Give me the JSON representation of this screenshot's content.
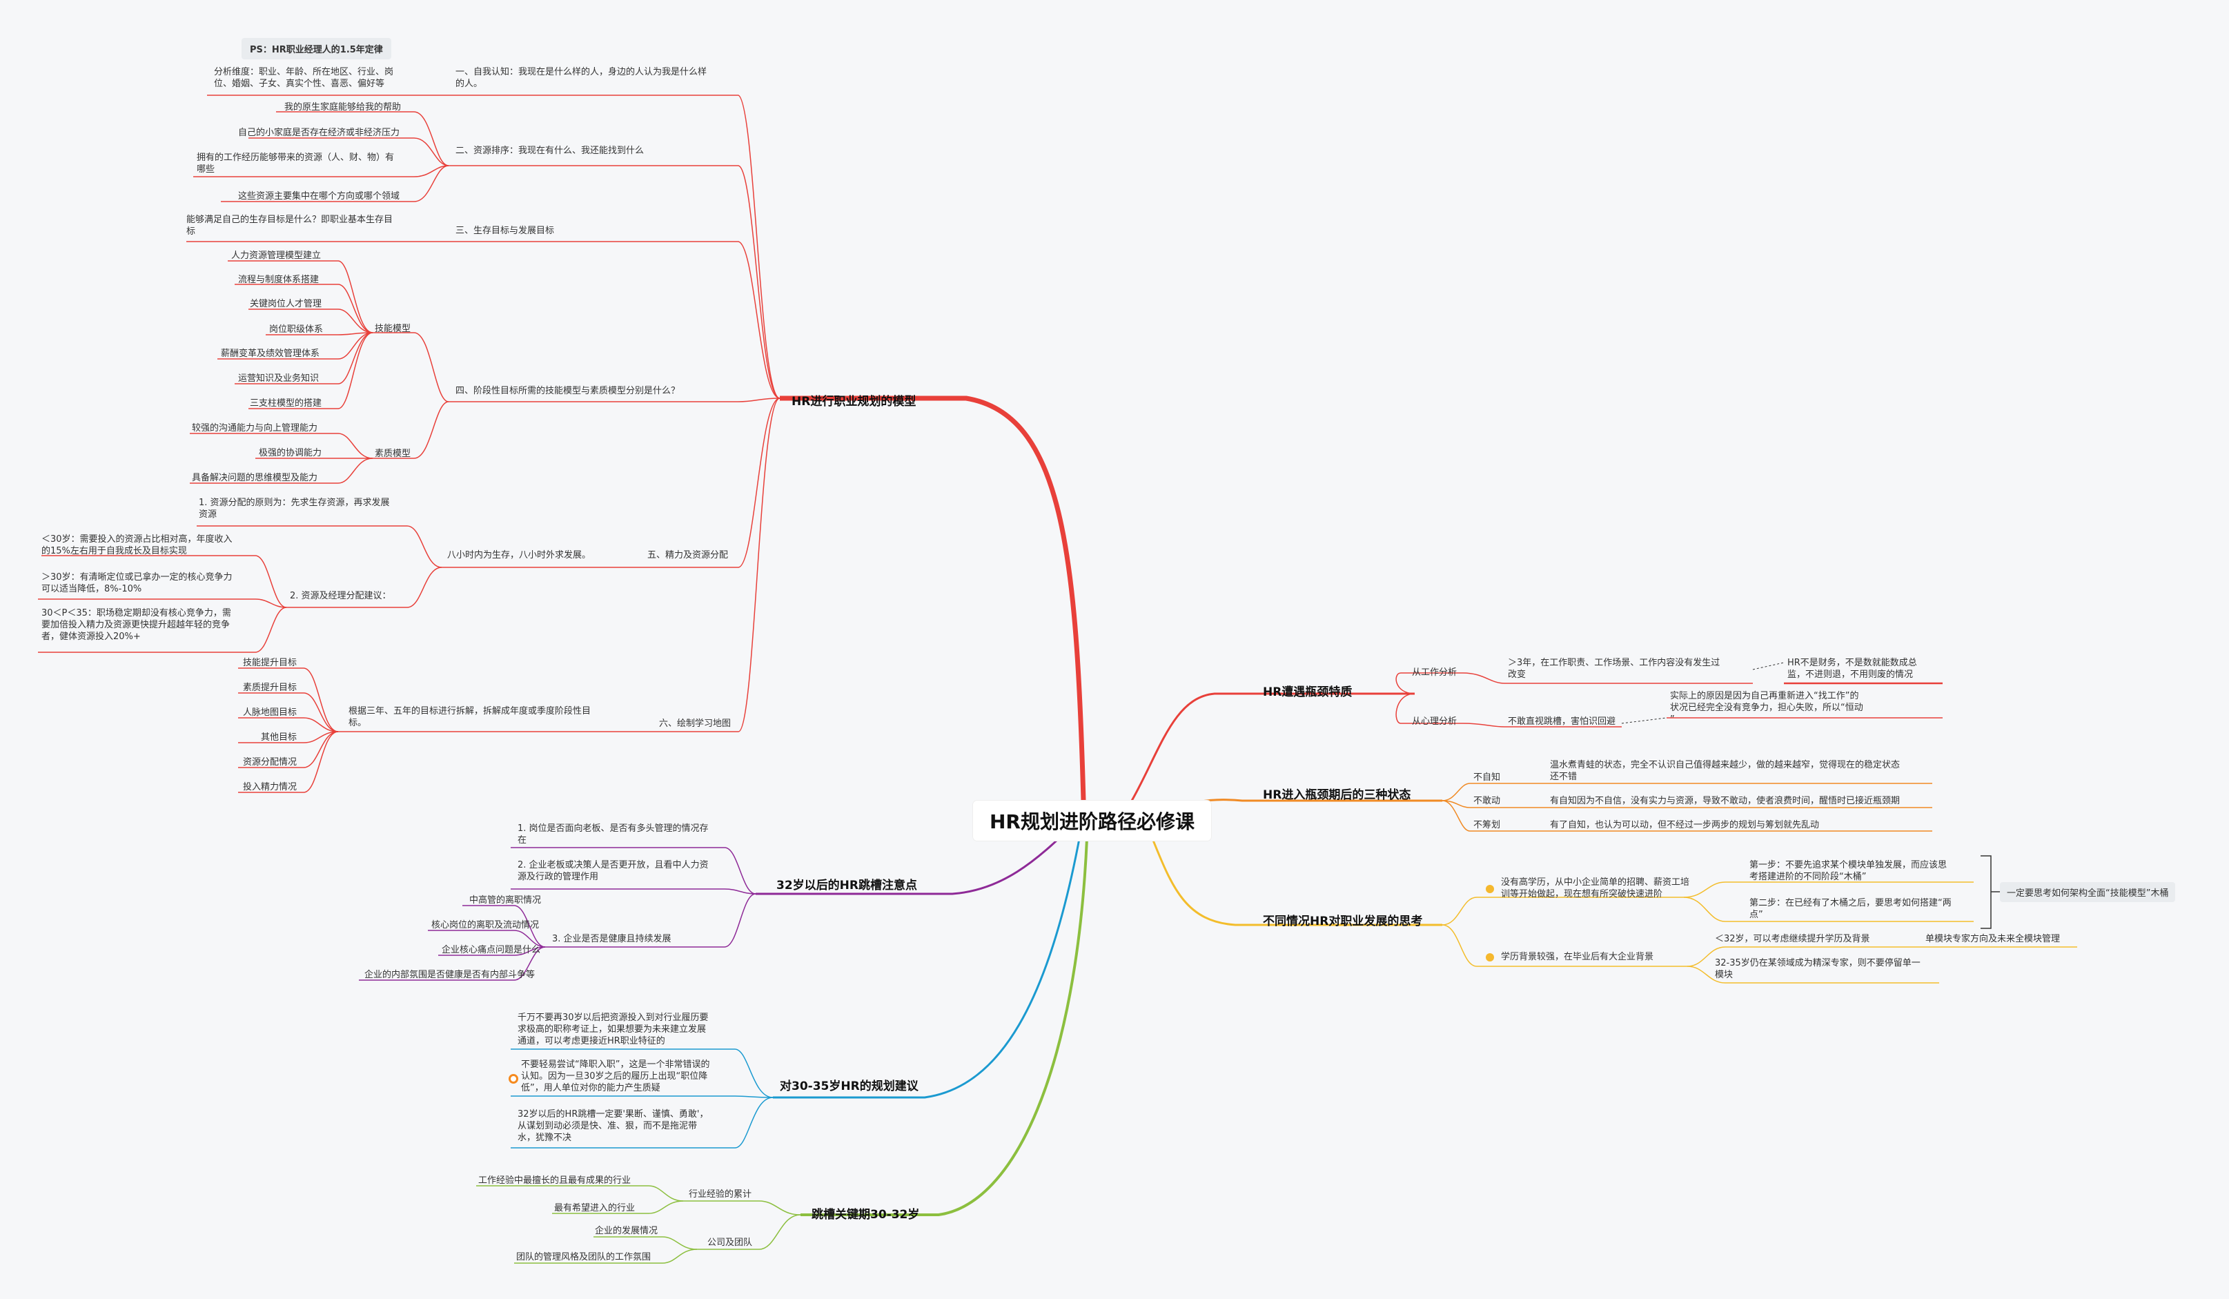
{
  "title": "HR规划进阶路径必修课",
  "ps": "PS：HR职业经理人的1.5年定律",
  "branches": {
    "b1": {
      "label": "HR进行职业规划的模型",
      "s1": "一、自我认知：我现在是什么样的人，身边的人认为我是什么样\n的人。",
      "s1_detail": "分析维度：职业、年龄、所在地区、行业、岗\n位、婚姻、子女、真实个性、喜恶、偏好等",
      "s2": "二、资源排序：我现在有什么、我还能找到什么",
      "s2_items": [
        "我的原生家庭能够给我的帮助",
        "自己的小家庭是否存在经济或非经济压力",
        "拥有的工作经历能够带来的资源（人、财、物）有\n哪些",
        "这些资源主要集中在哪个方向或哪个领域"
      ],
      "s3": "三、生存目标与发展目标",
      "s3_detail": "能够满足自己的生存目标是什么？即职业基本生存目\n标",
      "s4": "四、阶段性目标所需的技能模型与素质模型分别是什么？",
      "s4_skill": "技能模型",
      "s4_skill_items": [
        "人力资源管理模型建立",
        "流程与制度体系搭建",
        "关键岗位人才管理",
        "岗位职级体系",
        "薪酬变革及绩效管理体系",
        "运营知识及业务知识",
        "三支柱模型的搭建"
      ],
      "s4_quality": "素质模型",
      "s4_quality_items": [
        "较强的沟通能力与向上管理能力",
        "极强的协调能力",
        "具备解决问题的思维模型及能力"
      ],
      "s5": "五、精力及资源分配",
      "s5_mid": "八小时内为生存，八小时外求发展。",
      "s5_a": "1. 资源分配的原则为：先求生存资源，再求发展\n资源",
      "s5_b": "2. 资源及经理分配建议：",
      "s5_b_items": [
        "＜30岁：需要投入的资源占比相对高，年度收入\n的15%左右用于自我成长及目标实现",
        "＞30岁：有清晰定位或已拿办一定的核心竞争力\n可以适当降低，8%-10%",
        "30＜P＜35：职场稳定期却没有核心竞争力，需\n要加倍投入精力及资源更快提升超越年轻的竞争\n者，健体资源投入20%+"
      ],
      "s6": "六、绘制学习地图",
      "s6_mid": "根据三年、五年的目标进行拆解，拆解成年度或季度阶段性目\n标。",
      "s6_items": [
        "技能提升目标",
        "素质提升目标",
        "人脉地图目标",
        "其他目标",
        "资源分配情况",
        "投入精力情况"
      ]
    },
    "b2": {
      "label": "32岁以后的HR跳槽注意点",
      "items": [
        "1. 岗位是否面向老板、是否有多头管理的情况存\n在",
        "2. 企业老板或决策人是否更开放，且看中人力资\n源及行政的管理作用",
        "3. 企业是否是健康且持续发展"
      ],
      "sub": [
        "中高管的离职情况",
        "核心岗位的离职及流动情况",
        "企业核心痛点问题是什么",
        "企业的内部氛围是否健康是否有内部斗争等"
      ]
    },
    "b3": {
      "label": "对30-35岁HR的规划建议",
      "items": [
        "千万不要再30岁以后把资源投入到对行业履历要\n求极高的职称考证上，如果想要为未来建立发展\n通道，可以考虑更接近HR职业特征的",
        "不要轻易尝试“降职入职”，这是一个非常错误的\n认知。因为一旦30岁之后的履历上出现“职位降\n低”，用人单位对你的能力产生质疑",
        "32岁以后的HR跳槽一定要'果断、谨慎、勇敢'，\n从谋划到动必须是快、准、狠，而不是拖泥带\n水，犹豫不决"
      ]
    },
    "b4": {
      "label": "跳槽关键期30-32岁",
      "g1": "行业经验的累计",
      "g1_items": [
        "工作经验中最擅长的且最有成果的行业",
        "最有希望进入的行业"
      ],
      "g2": "公司及团队",
      "g2_items": [
        "企业的发展情况",
        "团队的管理风格及团队的工作氛围"
      ]
    },
    "b5": {
      "label": "HR遭遇瓶颈特质",
      "a": "从工作分析",
      "a_item": "＞3年，在工作职责、工作场景、工作内容没有发生过\n改变",
      "a_note": "HR不是财务，不是数就能数成总\n监，不进则退，不用则废的情况",
      "b": "从心理分析",
      "b_item": "不敢直视跳槽，害怕识回避",
      "b_note": "实际上的原因是因为自己再重新进入“找工作”的\n状况已经完全没有竞争力，担心失败，所以“恒动\n”"
    },
    "b6": {
      "label": "HR进入瓶颈期后的三种状态",
      "items": [
        {
          "k": "不自知",
          "v": "温水煮青蛙的状态，完全不认识自己值得越来越少，做的越来越窄，觉得现在的稳定状态\n还不错"
        },
        {
          "k": "不敢动",
          "v": "有自知因为不自信，没有实力与资源，导致不敢动，使者浪费时间，醒悟时已接近瓶颈期"
        },
        {
          "k": "不筹划",
          "v": "有了自知，也认为可以动，但不经过一步两步的规划与筹划就先乱动"
        }
      ]
    },
    "b7": {
      "label": "不同情况HR对职业发展的思考",
      "a": "没有高学历，从中小企业简单的招聘、薪资工培\n训等开始做起，现在想有所突破快速进阶",
      "a_items": [
        "第一步：不要先追求某个模块单独发展，而应该思\n考搭建进阶的不同阶段“木桶”",
        "第二步：在已经有了木桶之后，要思考如何搭建“两\n点”"
      ],
      "a_bracket": "一定要思考如何架构全面“技能模型”木桶",
      "b": "学历背景较强，在毕业后有大企业背景",
      "b_items": [
        "＜32岁，可以考虑继续提升学历及背景",
        "32-35岁仍在某领域成为精深专家，则不要停留单一\n模块"
      ],
      "b_note": "单模块专家方向及未来全模块管理"
    }
  },
  "colors": {
    "red": "#e8403a",
    "purple": "#8e2a97",
    "blue": "#1b9ad0",
    "green": "#8cbf3f",
    "orange": "#f08a24",
    "yellow": "#f3bd2c",
    "sep": "#e8403a"
  }
}
